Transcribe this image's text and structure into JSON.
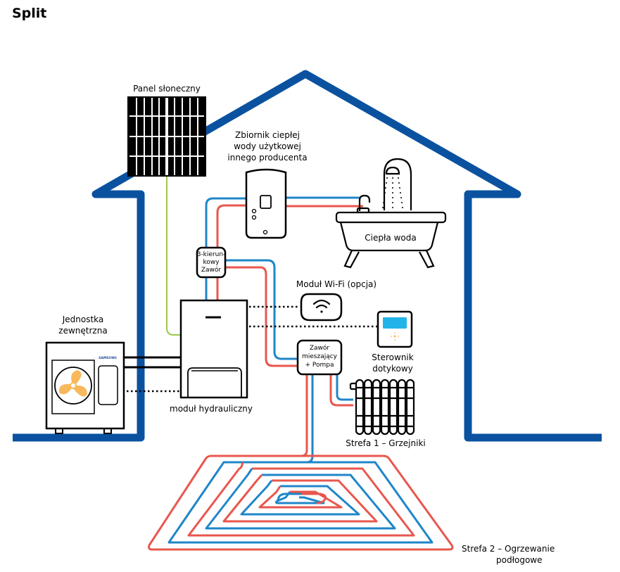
{
  "title": "Split",
  "labels": {
    "solar_panel": "Panel słoneczny",
    "tank_line1": "Zbiornik ciepłej",
    "tank_line2": "wody użytkowej",
    "tank_line3": "innego producenta",
    "hot_water": "Ciepła woda",
    "valve3_line1": "3-kierun-",
    "valve3_line2": "kowy",
    "valve3_line3": "Zawór",
    "wifi": "Moduł Wi-Fi (opcja)",
    "controller_line1": "Sterownik",
    "controller_line2": "dotykowy",
    "mixing_line1": "Zawór",
    "mixing_line2": "mieszający",
    "mixing_line3": "+ Pompa",
    "outdoor_line1": "Jednostka",
    "outdoor_line2": "zewnętrzna",
    "brand": "SAMSUNG",
    "hydro": "moduł hydrauliczny",
    "zone1": "Strefa 1 – Grzejniki",
    "zone2_line1": "Strefa 2 – Ogrzewanie",
    "zone2_line2": "podłogowe"
  },
  "colors": {
    "house": "#0a52a0",
    "hot_pipe": "#e8574e",
    "cold_pipe": "#1f86c9",
    "solar_cable": "#9ac94a",
    "fan": "#f8b85c",
    "screen": "#22b4e8"
  }
}
